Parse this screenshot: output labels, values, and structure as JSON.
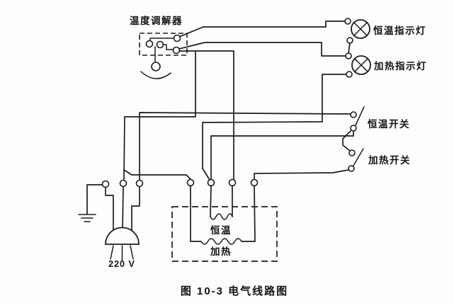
{
  "figure": {
    "type": "electrical-circuit-diagram",
    "caption": "图 10-3  电气线路图",
    "colors": {
      "line": "#1c1c1c",
      "background": "#fdfdfb"
    }
  },
  "labels": {
    "regulator": "温度调解器",
    "lamp_constant": "恒温指示灯",
    "lamp_heating": "加热指示灯",
    "switch_constant": "恒温开关",
    "switch_heating": "加热开关",
    "element_constant": "恒温",
    "element_heating": "加热",
    "voltage": "220 V"
  }
}
